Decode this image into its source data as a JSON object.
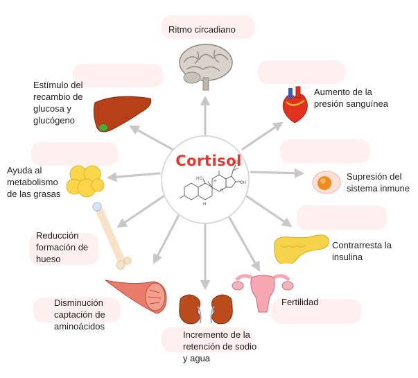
{
  "center": {
    "title": "Cortisol",
    "colors": {
      "title": "#e8362c",
      "arrow": "#c8c8c8",
      "highlight": "#fdf0ef"
    }
  },
  "effects": [
    {
      "id": "circadian",
      "label": "Ritmo circadiano",
      "icon": "brain-icon"
    },
    {
      "id": "pressure",
      "label": "Aumento de la\npresión sanguínea",
      "icon": "heart-icon"
    },
    {
      "id": "immune",
      "label": "Supresión del\nsistema inmune",
      "icon": "immune-cell-icon"
    },
    {
      "id": "insulin",
      "label": "Contrarresta la\ninsulina",
      "icon": "pancreas-icon"
    },
    {
      "id": "fertility",
      "label": "Fertilidad",
      "icon": "uterus-icon"
    },
    {
      "id": "sodium",
      "label": "Incremento de la\nretención de sodio\ny agua",
      "icon": "kidneys-icon"
    },
    {
      "id": "amino",
      "label": "Disminución\ncaptación de\naminoácidos",
      "icon": "muscle-icon"
    },
    {
      "id": "bone",
      "label": "Reducción\nformación de\nhueso",
      "icon": "bone-icon"
    },
    {
      "id": "fat",
      "label": "Ayuda al\nmetabolismo\nde las grasas",
      "icon": "fat-cells-icon"
    },
    {
      "id": "glucose",
      "label": "Estímulo del\nrecambio de\nglucosa y\nglucógeno",
      "icon": "liver-icon"
    }
  ],
  "molecule_labels": {
    "oh_left": "HO",
    "oh_right": "OH",
    "h1": "H",
    "h2": "H",
    "h3": "H",
    "o": "O"
  }
}
